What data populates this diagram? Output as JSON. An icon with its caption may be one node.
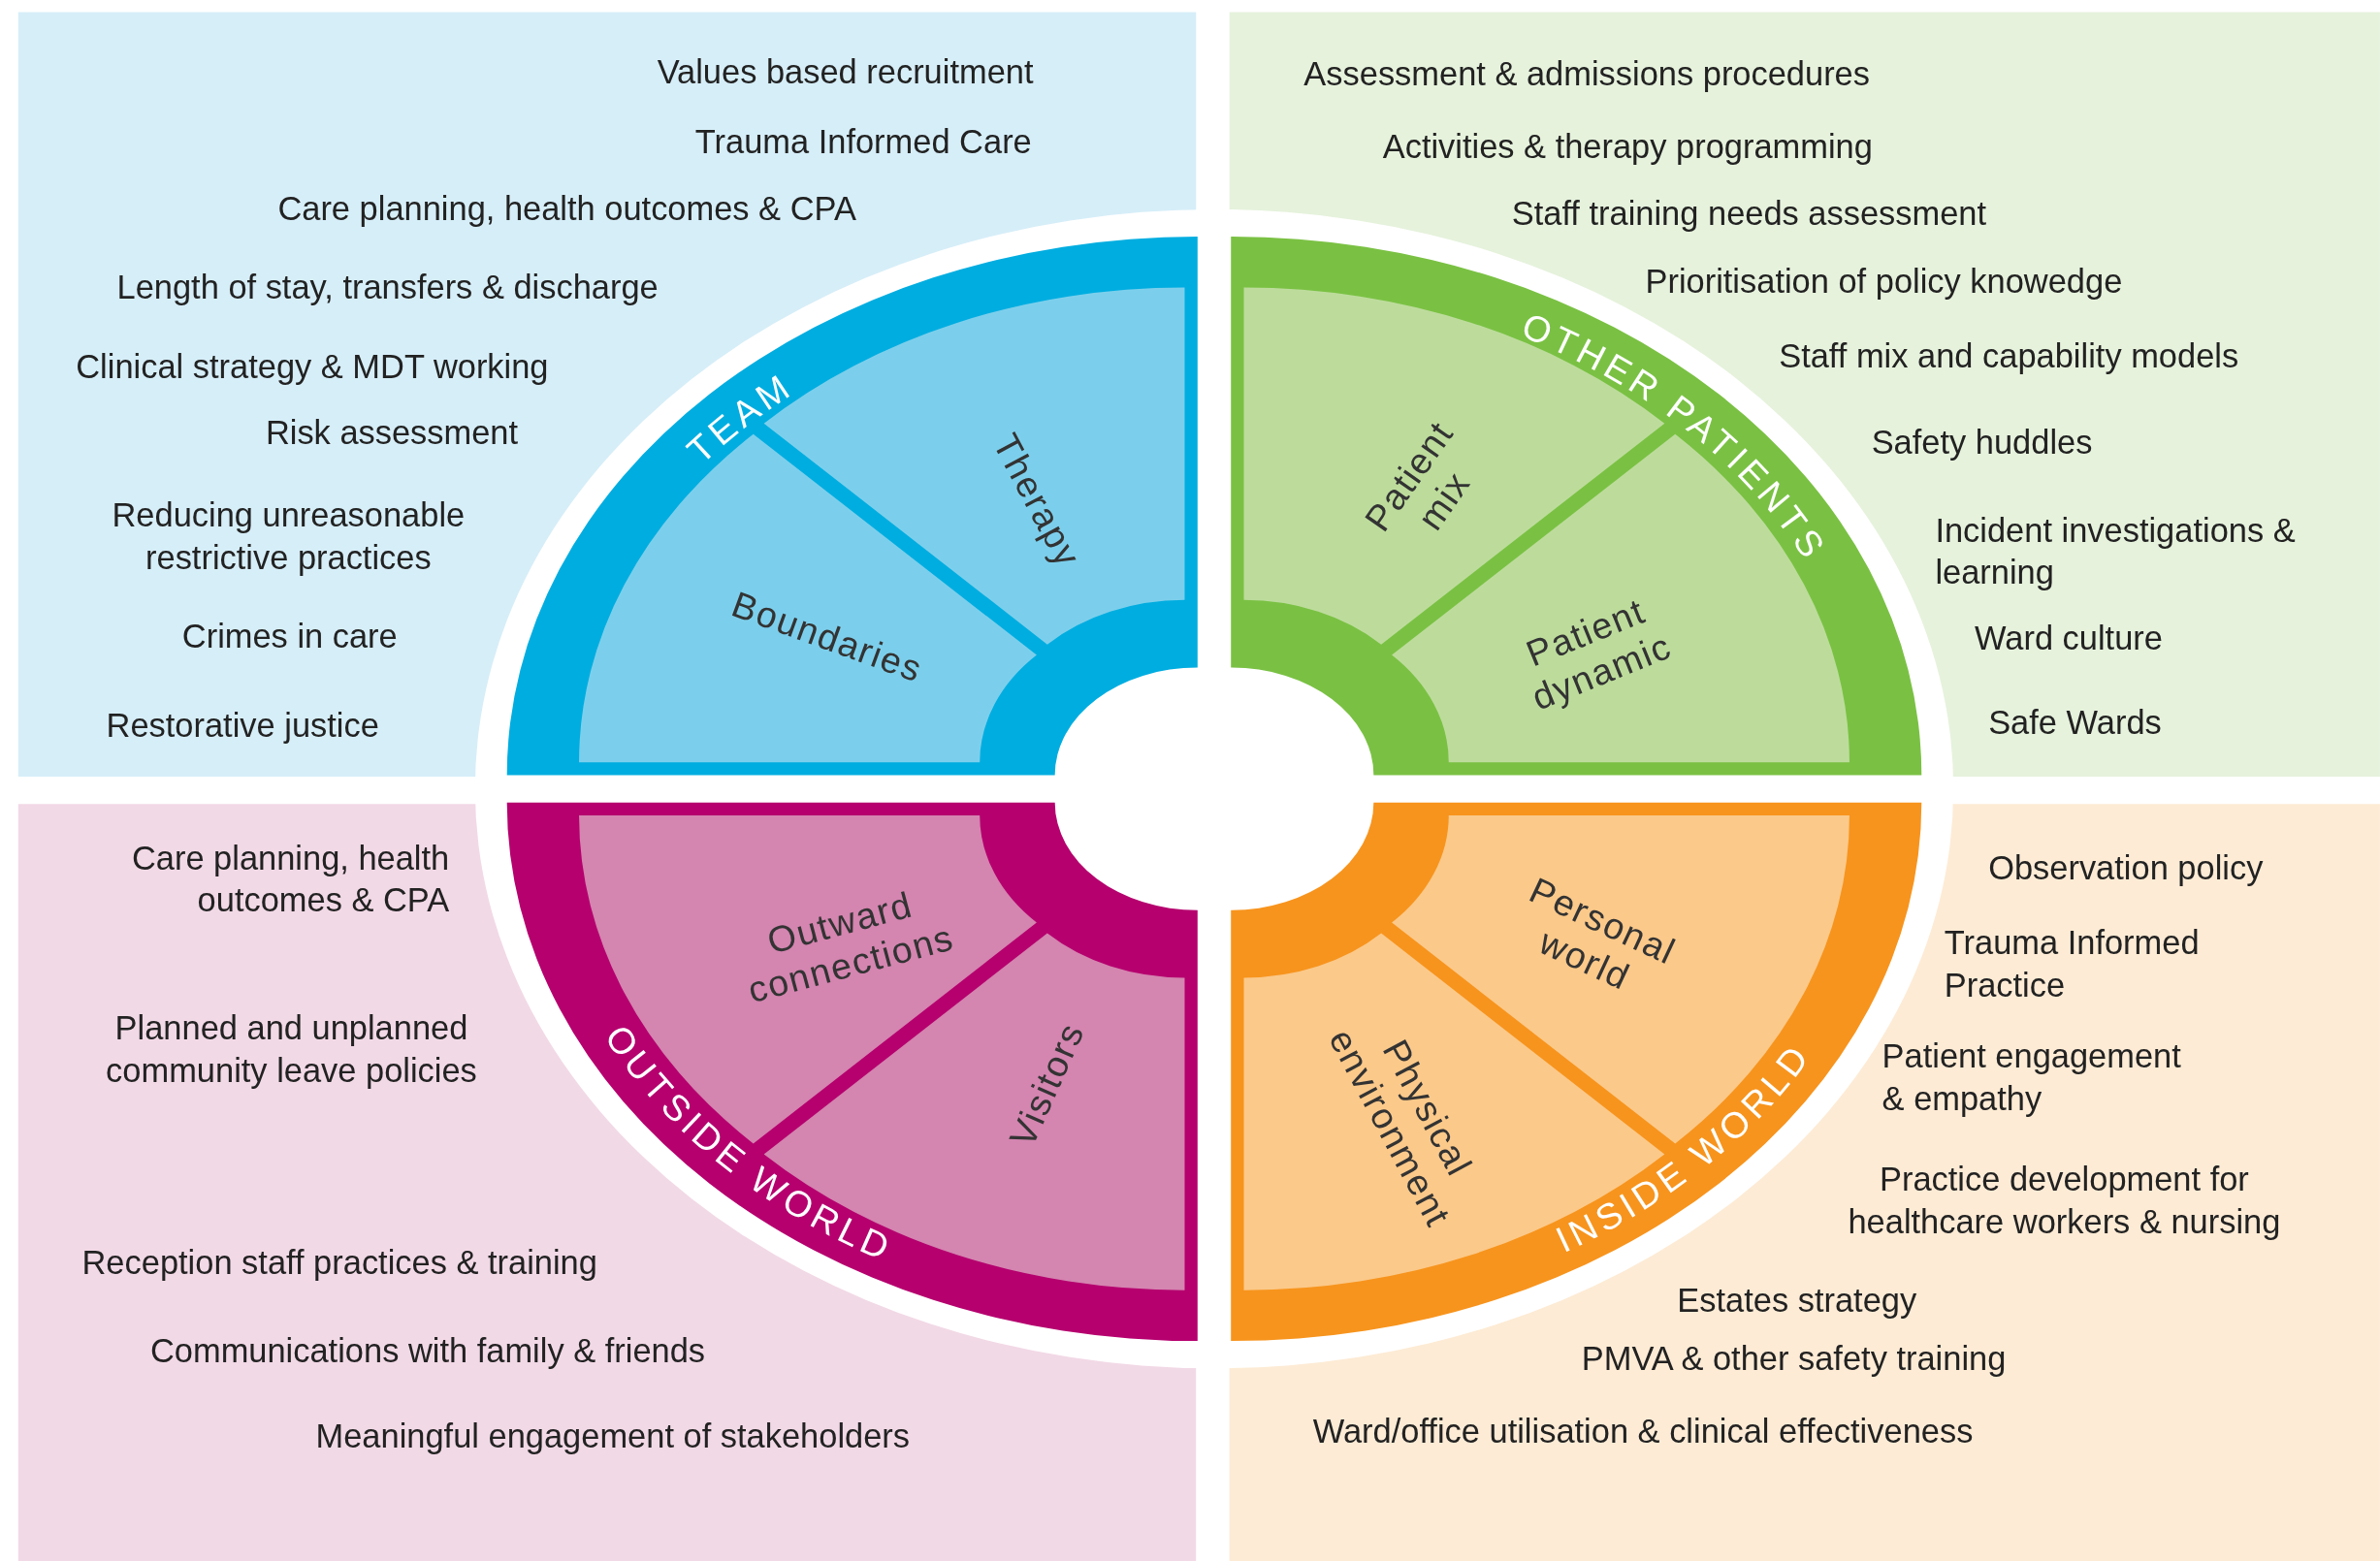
{
  "diagram": {
    "nodes": [
      {
        "text": [
          "TEAM"
        ]
      },
      {
        "text": [
          "Therapy"
        ],
        "in": 0
      },
      {
        "text": [
          "Boundaries"
        ],
        "in": 0
      },
      {
        "text": [
          "OTHER PATIENTS"
        ]
      },
      {
        "text": [
          "Patient mix"
        ],
        "in": 3
      },
      {
        "text": [
          "Patient dynamic"
        ],
        "in": 3
      },
      {
        "text": [
          "OUTSIDE WORLD"
        ]
      },
      {
        "text": [
          "Outward connections"
        ],
        "in": 6
      },
      {
        "text": [
          "Visitors"
        ],
        "in": 6
      },
      {
        "text": [
          "INSIDE WORLD"
        ]
      },
      {
        "text": [
          "Personal world"
        ],
        "in": 9
      },
      {
        "text": [
          "Physical environment"
        ],
        "in": 9
      }
    ],
    "labels": [
      "Values based recruitment",
      "Trauma Informed Care",
      "Care planning, health outcomes & CPA",
      "Length of stay, transfers & discharge",
      "Clinical strategy & MDT working",
      "Risk assessment",
      "Reducing unreasonable restrictive practices",
      "Crimes in care",
      "Restorative justice",
      "Assessment & admissions procedures",
      "Activities & therapy programming",
      "Staff training needs assessment",
      "Prioritisation of policy knowedge",
      "Staff mix and capability models",
      "Safety huddles",
      "Incident investigations & learning",
      "Ward culture",
      "Safe Wards",
      "Care planning, health outcomes & CPA",
      "Planned and unplanned community leave policies",
      "Reception staff practices & training",
      "Communications with family & friends",
      "Meaningful engagement of stakeholders",
      "Observation policy",
      "Trauma Informed Practice",
      "Patient engagement & empathy",
      "Practice development for healthcare workers & nursing",
      "Estates strategy",
      "PMVA & other safety training",
      "Ward/office utilisation & clinical effectiveness"
    ]
  }
}
